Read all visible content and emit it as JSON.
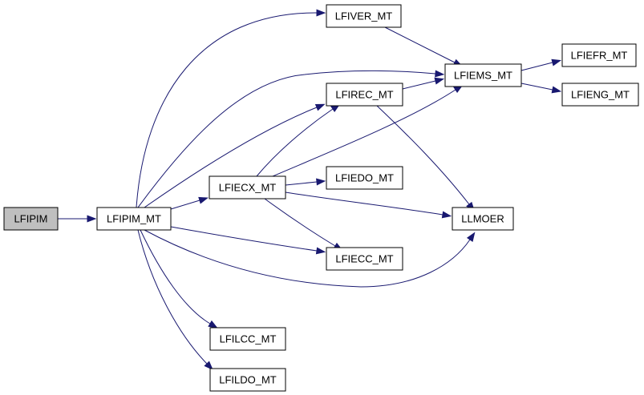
{
  "diagram": {
    "nodes": [
      {
        "id": "LFIPIM",
        "label": "LFIPIM",
        "highlighted": true
      },
      {
        "id": "LFIPIM_MT",
        "label": "LFIPIM_MT"
      },
      {
        "id": "LFIVER_MT",
        "label": "LFIVER_MT"
      },
      {
        "id": "LFIEMS_MT",
        "label": "LFIEMS_MT"
      },
      {
        "id": "LFIEFR_MT",
        "label": "LFIEFR_MT"
      },
      {
        "id": "LFIENG_MT",
        "label": "LFIENG_MT"
      },
      {
        "id": "LFIREC_MT",
        "label": "LFIREC_MT"
      },
      {
        "id": "LFIECX_MT",
        "label": "LFIECX_MT"
      },
      {
        "id": "LFIEDO_MT",
        "label": "LFIEDO_MT"
      },
      {
        "id": "LLMOER",
        "label": "LLMOER"
      },
      {
        "id": "LFIECC_MT",
        "label": "LFIECC_MT"
      },
      {
        "id": "LFILCC_MT",
        "label": "LFILCC_MT"
      },
      {
        "id": "LFILDO_MT",
        "label": "LFILDO_MT"
      }
    ],
    "edges": [
      {
        "from": "LFIPIM",
        "to": "LFIPIM_MT"
      },
      {
        "from": "LFIPIM_MT",
        "to": "LFIVER_MT"
      },
      {
        "from": "LFIPIM_MT",
        "to": "LFIEMS_MT"
      },
      {
        "from": "LFIPIM_MT",
        "to": "LFIREC_MT"
      },
      {
        "from": "LFIPIM_MT",
        "to": "LFIECX_MT"
      },
      {
        "from": "LFIPIM_MT",
        "to": "LLMOER"
      },
      {
        "from": "LFIPIM_MT",
        "to": "LFIECC_MT"
      },
      {
        "from": "LFIPIM_MT",
        "to": "LFILCC_MT"
      },
      {
        "from": "LFIPIM_MT",
        "to": "LFILDO_MT"
      },
      {
        "from": "LFIVER_MT",
        "to": "LFIEMS_MT"
      },
      {
        "from": "LFIEMS_MT",
        "to": "LFIEFR_MT"
      },
      {
        "from": "LFIEMS_MT",
        "to": "LFIENG_MT"
      },
      {
        "from": "LFIREC_MT",
        "to": "LFIEMS_MT"
      },
      {
        "from": "LFIREC_MT",
        "to": "LLMOER"
      },
      {
        "from": "LFIECX_MT",
        "to": "LFIREC_MT"
      },
      {
        "from": "LFIECX_MT",
        "to": "LFIEMS_MT"
      },
      {
        "from": "LFIECX_MT",
        "to": "LFIEDO_MT"
      },
      {
        "from": "LFIECX_MT",
        "to": "LLMOER"
      },
      {
        "from": "LFIECX_MT",
        "to": "LFIECC_MT"
      }
    ],
    "colors": {
      "edge": "#191970",
      "node_fill": "#ffffff",
      "node_stroke": "#000000",
      "highlight_fill": "#bfbfbf"
    }
  }
}
